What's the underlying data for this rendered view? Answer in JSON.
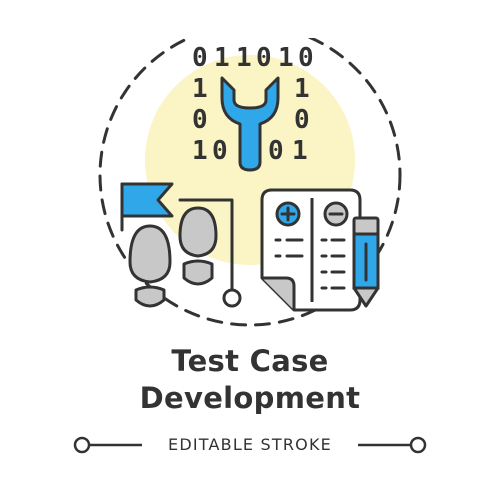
{
  "title": {
    "line1": "Test Case",
    "line2": "Development"
  },
  "footer": {
    "label": "EDITABLE STROKE"
  },
  "binary": {
    "top_row": [
      "0",
      "1",
      "1",
      "0",
      "1",
      "0"
    ],
    "left_col": [
      "1",
      "0"
    ],
    "right_col": [
      "1",
      "0"
    ],
    "bottom_row": [
      "1",
      "0",
      "0",
      "1"
    ]
  },
  "icons": {
    "wrench": "wrench-icon",
    "flag": "flag-icon",
    "footprints": "footprints-icon",
    "checklist": "checklist-document-icon",
    "pencil": "pencil-icon",
    "plus": "plus-circle-icon",
    "minus": "minus-circle-icon"
  },
  "colors": {
    "stroke": "#333333",
    "accent_blue": "#2fa7e8",
    "accent_yellow": "#fbf4c4",
    "accent_gray": "#c8c8c8",
    "text": "#333333"
  }
}
